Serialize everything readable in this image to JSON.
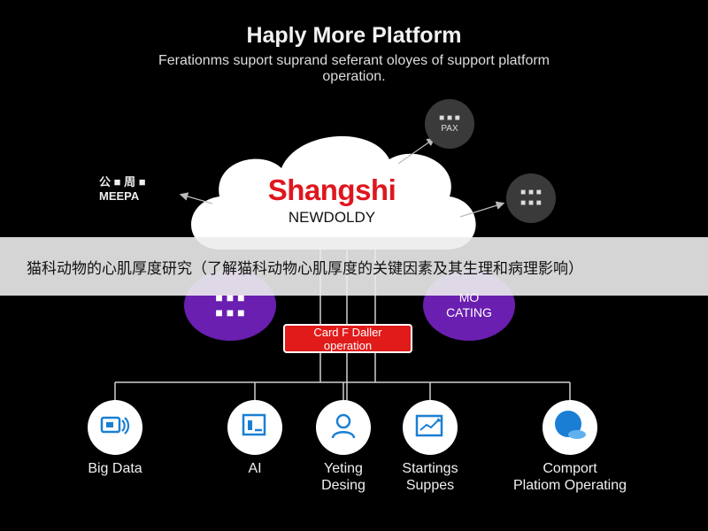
{
  "header": {
    "title": "Haply More Platform",
    "subtitle": "Ferationms suport suprand seferant oloyes of support platform operation."
  },
  "cloud": {
    "brand": "Shangshi",
    "brand_sub": "NEWDOLDY",
    "brand_color": "#e0161e"
  },
  "satellites": {
    "top_right": [
      "■ ■ ■",
      "PAX"
    ],
    "mid_right": [
      "■ ■ ■",
      "■ ■ ■"
    ],
    "left_label": [
      "公 ■ 周 ■",
      "MEEPA"
    ]
  },
  "purple_nodes": {
    "left": [
      "■ ■ ■",
      "■ ■ ■"
    ],
    "right": [
      "MO",
      "CATING"
    ],
    "color": "#6a1fb0"
  },
  "center_box": {
    "line1": "Card F Daller",
    "line2": "operation",
    "color": "#e11a1a"
  },
  "banner": {
    "text": "猫科动物的心肌厚度研究（了解猫科动物心肌厚度的关键因素及其生理和病理影响）"
  },
  "modules": [
    {
      "icon": "big-data-icon",
      "lines": [
        "Big Data"
      ]
    },
    {
      "icon": "ai-icon",
      "lines": [
        "AI"
      ]
    },
    {
      "icon": "user-icon",
      "lines": [
        "Yeting",
        "Desing"
      ]
    },
    {
      "icon": "chart-icon",
      "lines": [
        "Startings",
        "Suppes"
      ]
    },
    {
      "icon": "bubble-icon",
      "lines": [
        "Comport",
        "Platiom Operating"
      ]
    }
  ],
  "colors": {
    "background": "#000000",
    "icon_blue": "#1a7fd4"
  }
}
